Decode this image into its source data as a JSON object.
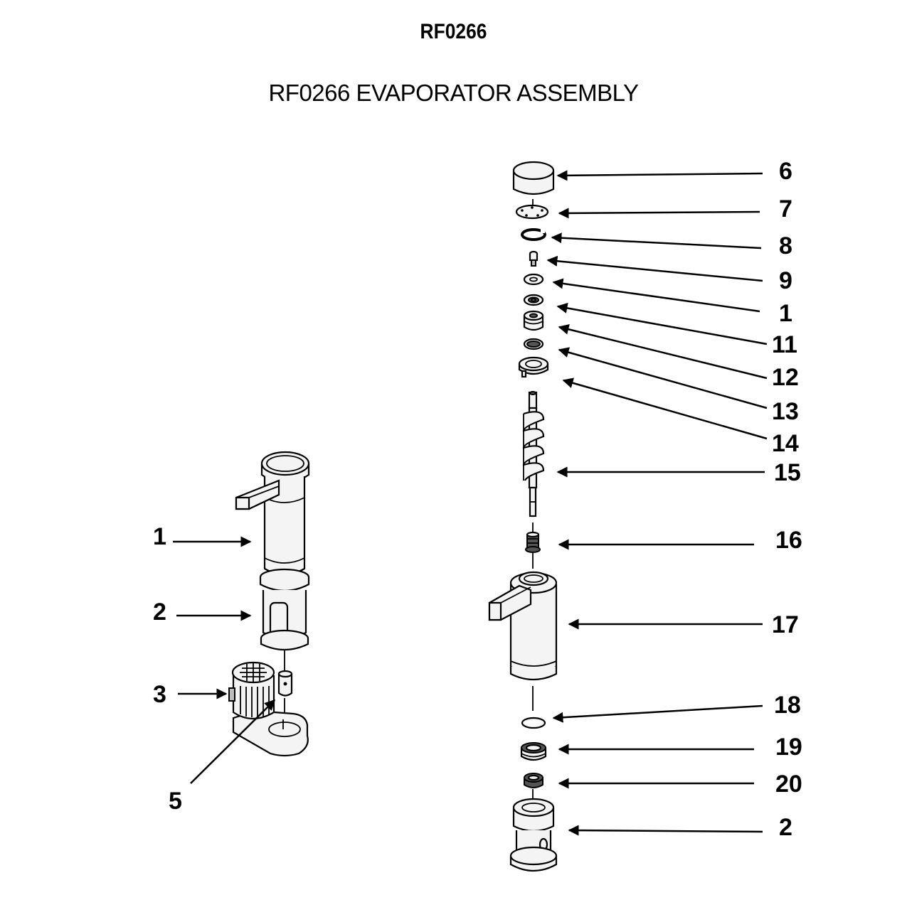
{
  "header": {
    "title": "RF0266",
    "subtitle": "RF0266 EVAPORATOR ASSEMBLY"
  },
  "callouts": {
    "left": {
      "l1": "1",
      "l2": "2",
      "l3": "3",
      "l5": "5"
    },
    "right": {
      "r6": "6",
      "r7": "7",
      "r8": "8",
      "r9": "9",
      "r1": "1",
      "r11": "11",
      "r12": "12",
      "r13": "13",
      "r14": "14",
      "r15": "15",
      "r16": "16",
      "r17": "17",
      "r18": "18",
      "r19": "19",
      "r20": "20",
      "r2": "2"
    }
  }
}
